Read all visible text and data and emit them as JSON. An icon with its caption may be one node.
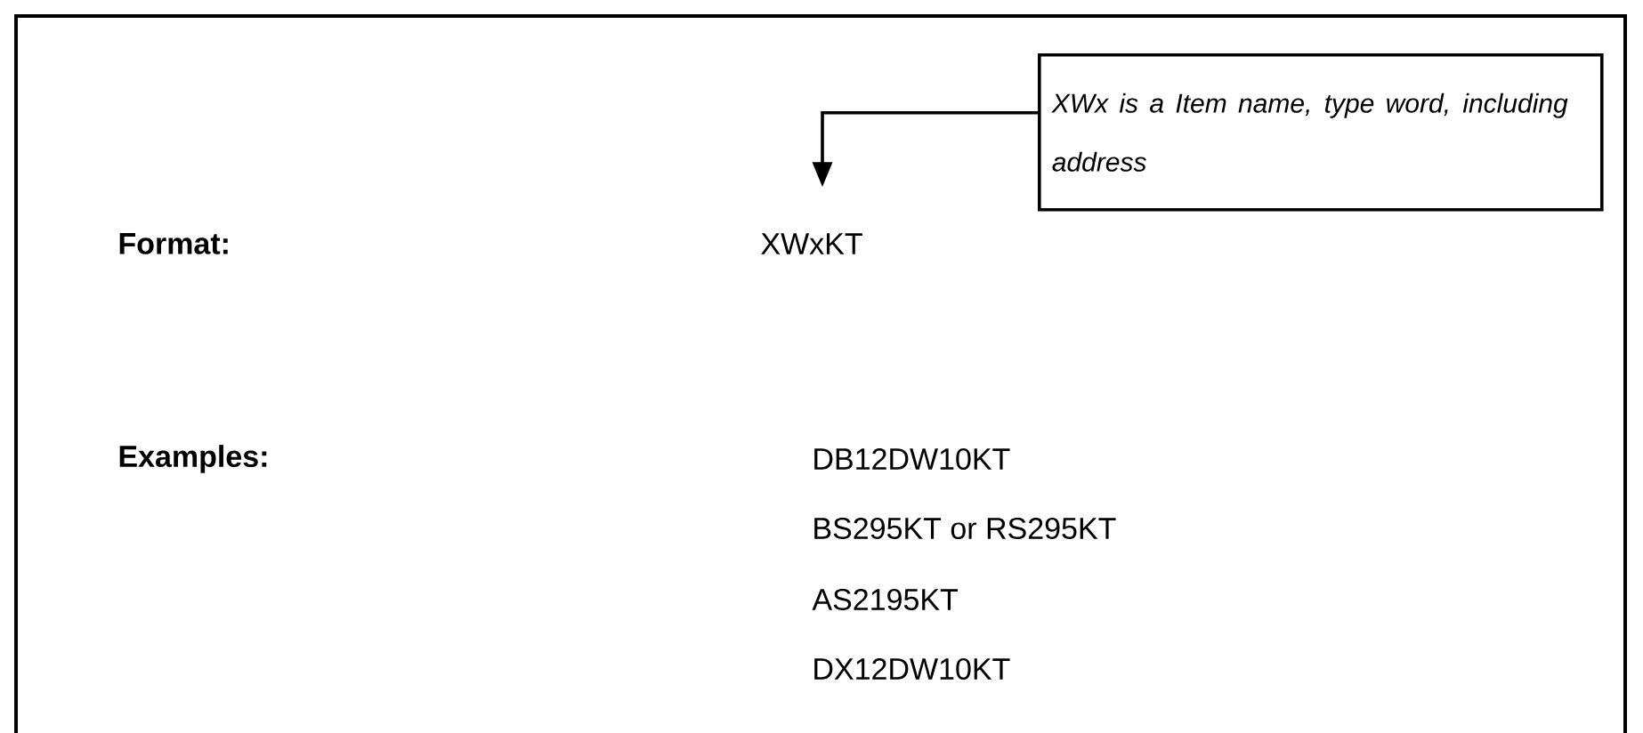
{
  "diagram": {
    "nodes": [
      {
        "text": [
          "XWx is a Item name, type word, including address"
        ]
      },
      {
        "text": [
          "XWxKT"
        ]
      }
    ],
    "edges": [
      {
        "from": 0,
        "to": 1,
        "arrow": "to"
      }
    ],
    "labels": [
      "Format:",
      "Examples:",
      "DB12DW10KT",
      "BS295KT or RS295KT",
      "AS2195KT",
      "DX12DW10KT"
    ]
  }
}
